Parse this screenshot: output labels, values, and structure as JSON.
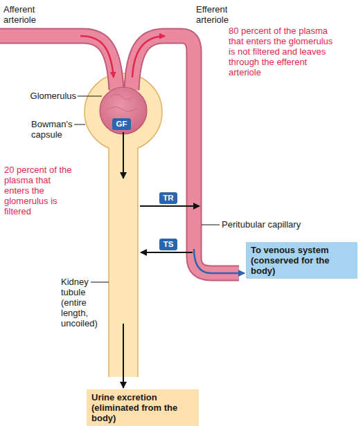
{
  "diagram": {
    "nodes": [
      {
        "text": [
          "GF"
        ]
      },
      {
        "text": [
          "TR"
        ]
      },
      {
        "text": [
          "TS"
        ]
      },
      {
        "text": [
          "To venous system",
          "(conserved for the body)"
        ]
      },
      {
        "text": [
          "Urine excretion",
          "(eliminated from the body)"
        ]
      }
    ],
    "labels": [
      "Afferent arteriole",
      "Efferent arteriole",
      "80 percent of the plasma that enters the glomerulus is not filtered and leaves through the efferent arteriole",
      "Glomerulus",
      "Bowman's capsule",
      "20 percent of the plasma that enters the glomerulus is filtered",
      "Peritubular capillary",
      "Kidney tubule (entire length, uncoiled)"
    ]
  }
}
